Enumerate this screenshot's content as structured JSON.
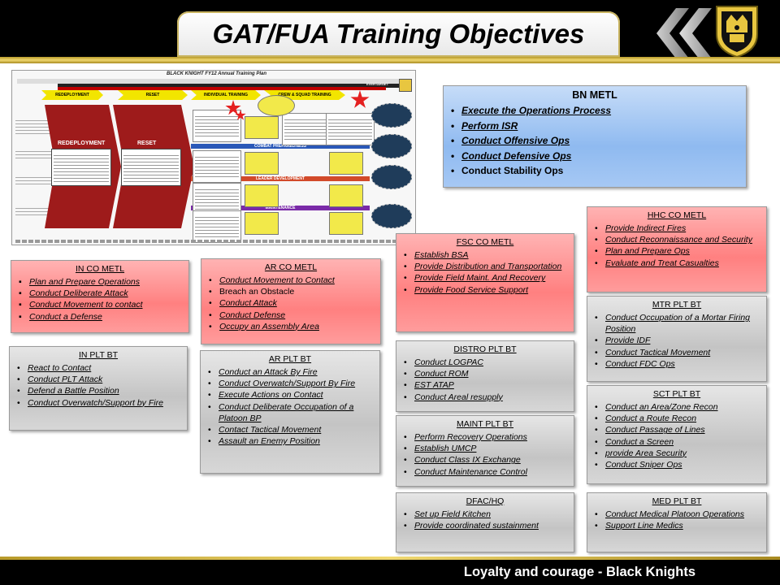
{
  "header": {
    "title": "GAT/FUA Training Objectives"
  },
  "footer": {
    "motto": "Loyalty and courage - Black Knights"
  },
  "training_plan": {
    "title": "BLACK KNIGHT FY12 Annual Training Plan",
    "phases": [
      "REDEPLOYMENT",
      "RESET",
      "INDIVIDUAL TRAINING",
      "CREW & SQUAD TRAINING"
    ],
    "arrow_labels": [
      "REDEPLOYMENT",
      "RESET"
    ],
    "bands": [
      "COMBAT PREPAREDNESS",
      "LEADER DEVELOPMENT",
      "MAINTENANCE"
    ],
    "badge": "EVERTARGET"
  },
  "boxes": {
    "bn": {
      "title": "BN METL",
      "items": [
        {
          "text": "Execute the Operations Process",
          "style": "iu"
        },
        {
          "text": "Perform ISR",
          "style": "iu"
        },
        {
          "text": "Conduct Offensive Ops",
          "style": "iu"
        },
        {
          "text": "Conduct Defensive Ops",
          "style": "iu"
        },
        {
          "text": "Conduct Stability Ops",
          "style": "plain"
        }
      ]
    },
    "hhc": {
      "title": "HHC CO METL",
      "items": [
        {
          "text": "Provide Indirect Fires",
          "style": "iu"
        },
        {
          "text": "Conduct Reconnaissance and Security",
          "style": "iu"
        },
        {
          "text": "Plan and Prepare Ops",
          "style": "iu"
        },
        {
          "text": "Evaluate and Treat Casualties",
          "style": "iu"
        }
      ]
    },
    "fsc": {
      "title": "FSC CO METL",
      "items": [
        {
          "text": "Establish BSA",
          "style": "iu"
        },
        {
          "text": "Provide Distribution and Transportation",
          "style": "iu"
        },
        {
          "text": "Provide Field Maint. And Recovery",
          "style": "iu"
        },
        {
          "text": "Provide Food Service Support",
          "style": "iu"
        }
      ]
    },
    "in_co": {
      "title": "IN CO METL",
      "items": [
        {
          "text": "Plan and Prepare Operations",
          "style": "iu"
        },
        {
          "text": "Conduct Deliberate Attack",
          "style": "iu"
        },
        {
          "text": "Conduct Movement to contact",
          "style": "iu"
        },
        {
          "text": "Conduct a Defense",
          "style": "iu"
        }
      ]
    },
    "ar_co": {
      "title": "AR CO METL",
      "items": [
        {
          "text": "Conduct Movement to Contact",
          "style": "iu"
        },
        {
          "text": "Breach an Obstacle",
          "style": "plain"
        },
        {
          "text": "Conduct Attack",
          "style": "iu"
        },
        {
          "text": "Conduct Defense",
          "style": "iu"
        },
        {
          "text": "Occupy an Assembly Area",
          "style": "iu"
        }
      ]
    },
    "mtr": {
      "title": "MTR PLT BT",
      "items": [
        {
          "text": "Conduct Occupation of a Mortar Firing Position",
          "style": "iu"
        },
        {
          "text": "Provide IDF",
          "style": "iu"
        },
        {
          "text": "Conduct Tactical Movement",
          "style": "iu"
        },
        {
          "text": "Conduct FDC Ops",
          "style": "iu"
        }
      ]
    },
    "in_plt": {
      "title": "IN PLT BT",
      "items": [
        {
          "text": "React to Contact",
          "style": "iu"
        },
        {
          "text": "Conduct PLT Attack",
          "style": "iu"
        },
        {
          "text": "Defend a Battle Position",
          "style": "iu"
        },
        {
          "text": "Conduct Overwatch/Support by Fire",
          "style": "iu"
        }
      ]
    },
    "ar_plt": {
      "title": "AR PLT BT",
      "items": [
        {
          "text": "Conduct an Attack By Fire",
          "style": "iu"
        },
        {
          "text": "Conduct Overwatch/Support By Fire",
          "style": "iu"
        },
        {
          "text": "Execute Actions on Contact",
          "style": "iu"
        },
        {
          "text": "Conduct Deliberate Occupation of a Platoon BP",
          "style": "iu"
        },
        {
          "text": "Contact Tactical Movement",
          "style": "iu"
        },
        {
          "text": "Assault an Enemy Position",
          "style": "iu"
        }
      ]
    },
    "distro": {
      "title": "DISTRO PLT BT",
      "items": [
        {
          "text": "Conduct LOGPAC",
          "style": "iu"
        },
        {
          "text": "Conduct ROM",
          "style": "iu"
        },
        {
          "text": "EST ATAP",
          "style": "iu"
        },
        {
          "text": "Conduct Areal resupply",
          "style": "iu"
        }
      ]
    },
    "sct": {
      "title": "SCT PLT BT",
      "items": [
        {
          "text": "Conduct an Area/Zone Recon",
          "style": "iu"
        },
        {
          "text": "Conduct a Route Recon",
          "style": "iu"
        },
        {
          "text": "Conduct Passage of Lines",
          "style": "iu"
        },
        {
          "text": "Conduct a Screen",
          "style": "iu"
        },
        {
          "text": "provide Area Security",
          "style": "iu"
        },
        {
          "text": "Conduct Sniper Ops",
          "style": "iu"
        }
      ]
    },
    "maint": {
      "title": "MAINT PLT BT",
      "items": [
        {
          "text": "Perform Recovery Operations",
          "style": "iu"
        },
        {
          "text": "Establish UMCP",
          "style": "iu"
        },
        {
          "text": "Conduct Class IX Exchange",
          "style": "iu"
        },
        {
          "text": "Conduct Maintenance Control",
          "style": "iu"
        }
      ]
    },
    "dfac": {
      "title": "DFAC/HQ",
      "items": [
        {
          "text": "Set up Field Kitchen",
          "style": "iu"
        },
        {
          "text": "Provide coordinated sustainment",
          "style": "iu"
        }
      ]
    },
    "med": {
      "title": "MED PLT BT",
      "items": [
        {
          "text": "Conduct Medical Platoon Operations",
          "style": "iu"
        },
        {
          "text": "Support Line Medics",
          "style": "iu"
        }
      ]
    }
  },
  "colors": {
    "red_box": "#ff9999",
    "gray_box": "#d0d0d0",
    "blue_box": "#9ec3f2",
    "gold": "#d4b840",
    "header": "#000000"
  }
}
